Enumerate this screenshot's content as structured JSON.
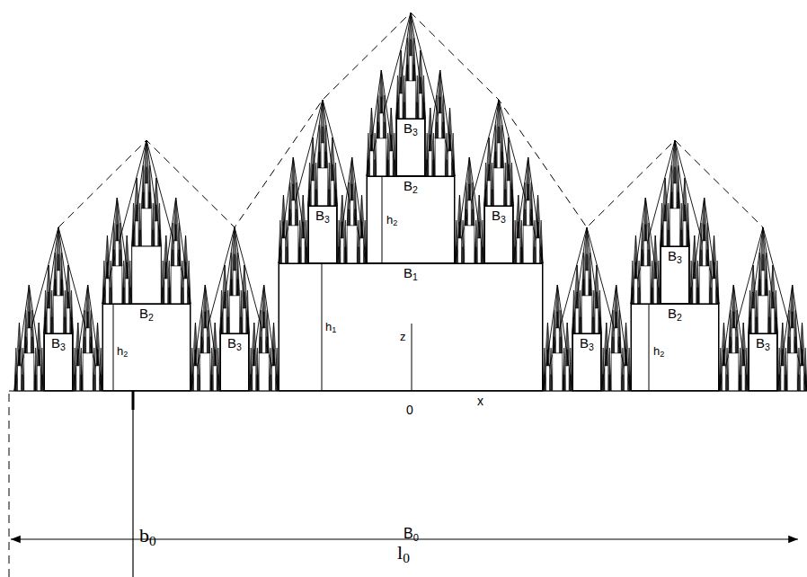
{
  "diagram": {
    "nodes": [
      {
        "text": [
          "B3"
        ]
      },
      {
        "text": [
          "B2"
        ]
      },
      {
        "text": [
          "B3"
        ]
      },
      {
        "text": [
          "B3"
        ]
      },
      {
        "text": [
          "B3"
        ]
      },
      {
        "text": [
          "B1"
        ]
      },
      {
        "text": [
          "B2"
        ]
      },
      {
        "text": [
          "B2"
        ]
      },
      {
        "text": [
          "B3"
        ]
      },
      {
        "text": [
          "B3"
        ]
      },
      {
        "text": [
          "B3"
        ]
      },
      {
        "text": [
          "B3"
        ]
      }
    ],
    "labels": [
      "h1",
      "h2",
      "h2",
      "h2",
      "z",
      "x",
      "0",
      "B0",
      "b0",
      "l0"
    ]
  }
}
